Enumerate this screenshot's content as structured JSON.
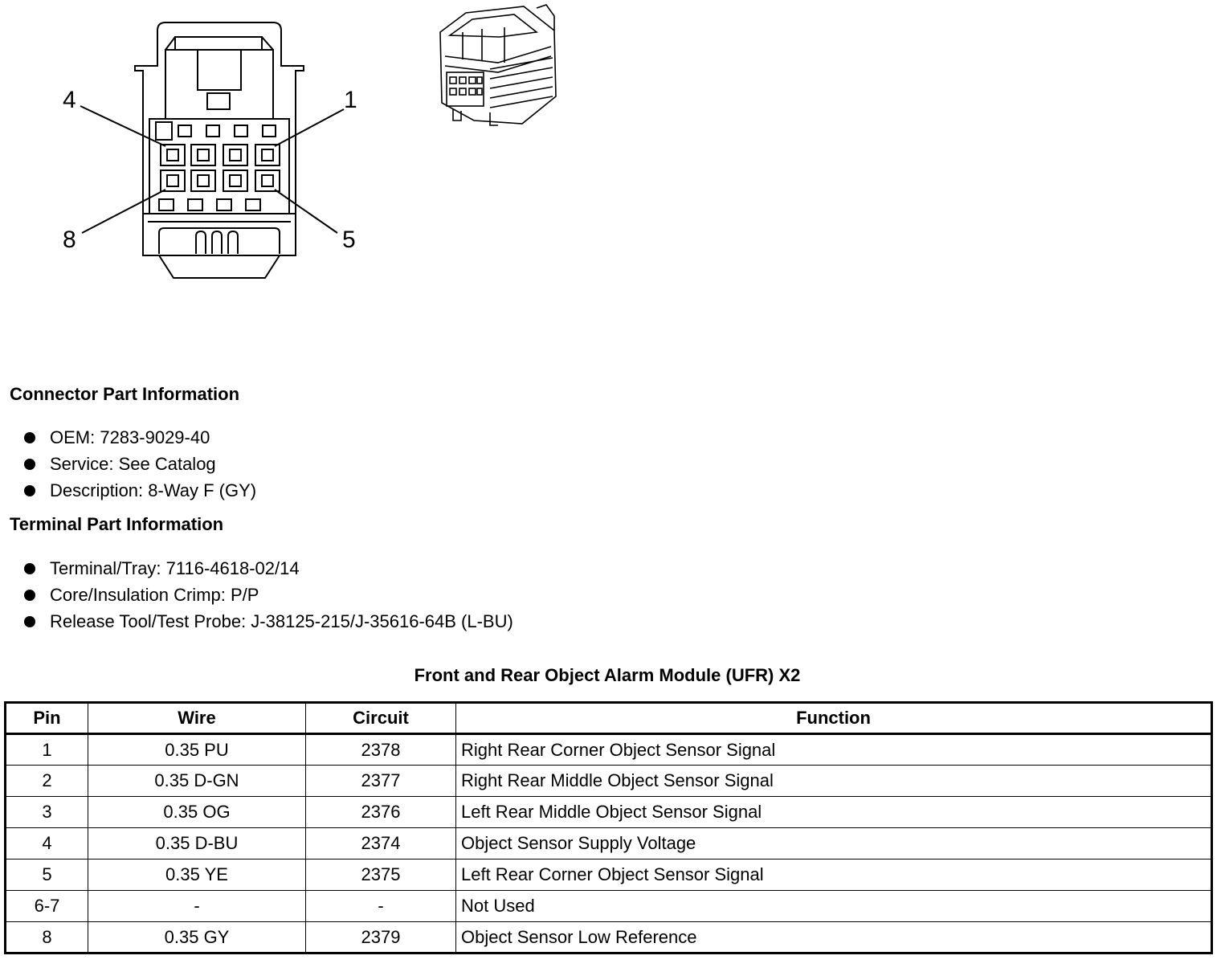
{
  "diagram": {
    "pin_callouts": [
      "4",
      "1",
      "8",
      "5"
    ]
  },
  "connector_info": {
    "title": "Connector Part Information",
    "items": [
      "OEM: 7283-9029-40",
      "Service: See Catalog",
      "Description: 8-Way F (GY)"
    ]
  },
  "terminal_info": {
    "title": "Terminal Part Information",
    "items": [
      "Terminal/Tray: 7116-4618-02/14",
      "Core/Insulation Crimp: P/P",
      "Release Tool/Test Probe: J-38125-215/J-35616-64B (L-BU)"
    ]
  },
  "pin_table": {
    "title": "Front and Rear Object Alarm Module (UFR) X2",
    "headers": [
      "Pin",
      "Wire",
      "Circuit",
      "Function"
    ],
    "rows": [
      [
        "1",
        "0.35 PU",
        "2378",
        "Right Rear Corner Object Sensor Signal"
      ],
      [
        "2",
        "0.35 D-GN",
        "2377",
        "Right Rear Middle Object Sensor Signal"
      ],
      [
        "3",
        "0.35 OG",
        "2376",
        "Left Rear Middle Object Sensor Signal"
      ],
      [
        "4",
        "0.35 D-BU",
        "2374",
        "Object Sensor Supply Voltage"
      ],
      [
        "5",
        "0.35 YE",
        "2375",
        "Left Rear Corner Object Sensor Signal"
      ],
      [
        "6-7",
        "-",
        "-",
        "Not Used"
      ],
      [
        "8",
        "0.35 GY",
        "2379",
        "Object Sensor Low Reference"
      ]
    ]
  }
}
